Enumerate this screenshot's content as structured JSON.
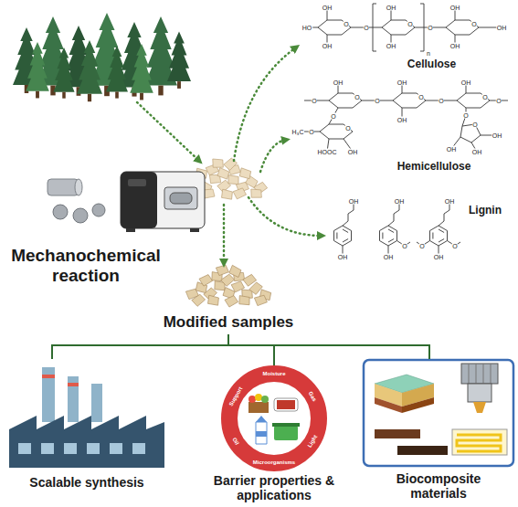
{
  "diagram": {
    "nodes": [
      {
        "text": [
          "Cellulose"
        ]
      },
      {
        "text": [
          "Hemicellulose"
        ]
      },
      {
        "text": [
          "Lignin"
        ]
      },
      {
        "text": [
          "Mechanochemical reaction"
        ]
      },
      {
        "text": [
          "Modified samples"
        ]
      },
      {
        "text": [
          "Scalable synthesis"
        ]
      },
      {
        "text": [
          "Barrier properties & applications"
        ]
      },
      {
        "text": [
          "Biocomposite materials"
        ]
      }
    ],
    "edges": [
      {
        "from": 4,
        "to": 5,
        "arrow": "none"
      },
      {
        "from": 4,
        "to": 6,
        "arrow": "none"
      },
      {
        "from": 4,
        "to": 7,
        "arrow": "none"
      }
    ],
    "labels": [
      "HO",
      "OH",
      "O",
      "OH",
      "O",
      "OH",
      "O",
      "OH",
      "O",
      "OH",
      "O",
      "OH",
      "OH",
      "n",
      "O",
      "OH",
      "O",
      "O",
      "OH",
      "O",
      "O",
      "OH",
      "O",
      "O",
      "O",
      "OH",
      "O",
      "H₃C",
      "O",
      "O",
      "O",
      "OH",
      "OH",
      "HOOC",
      "OH",
      "OH",
      "OH",
      "OH",
      "OH",
      "O",
      "O",
      "O",
      "OH",
      "OH",
      "OH",
      "Moisture",
      "Gas",
      "Light",
      "Microorganisms",
      "Oil",
      "Support"
    ]
  }
}
